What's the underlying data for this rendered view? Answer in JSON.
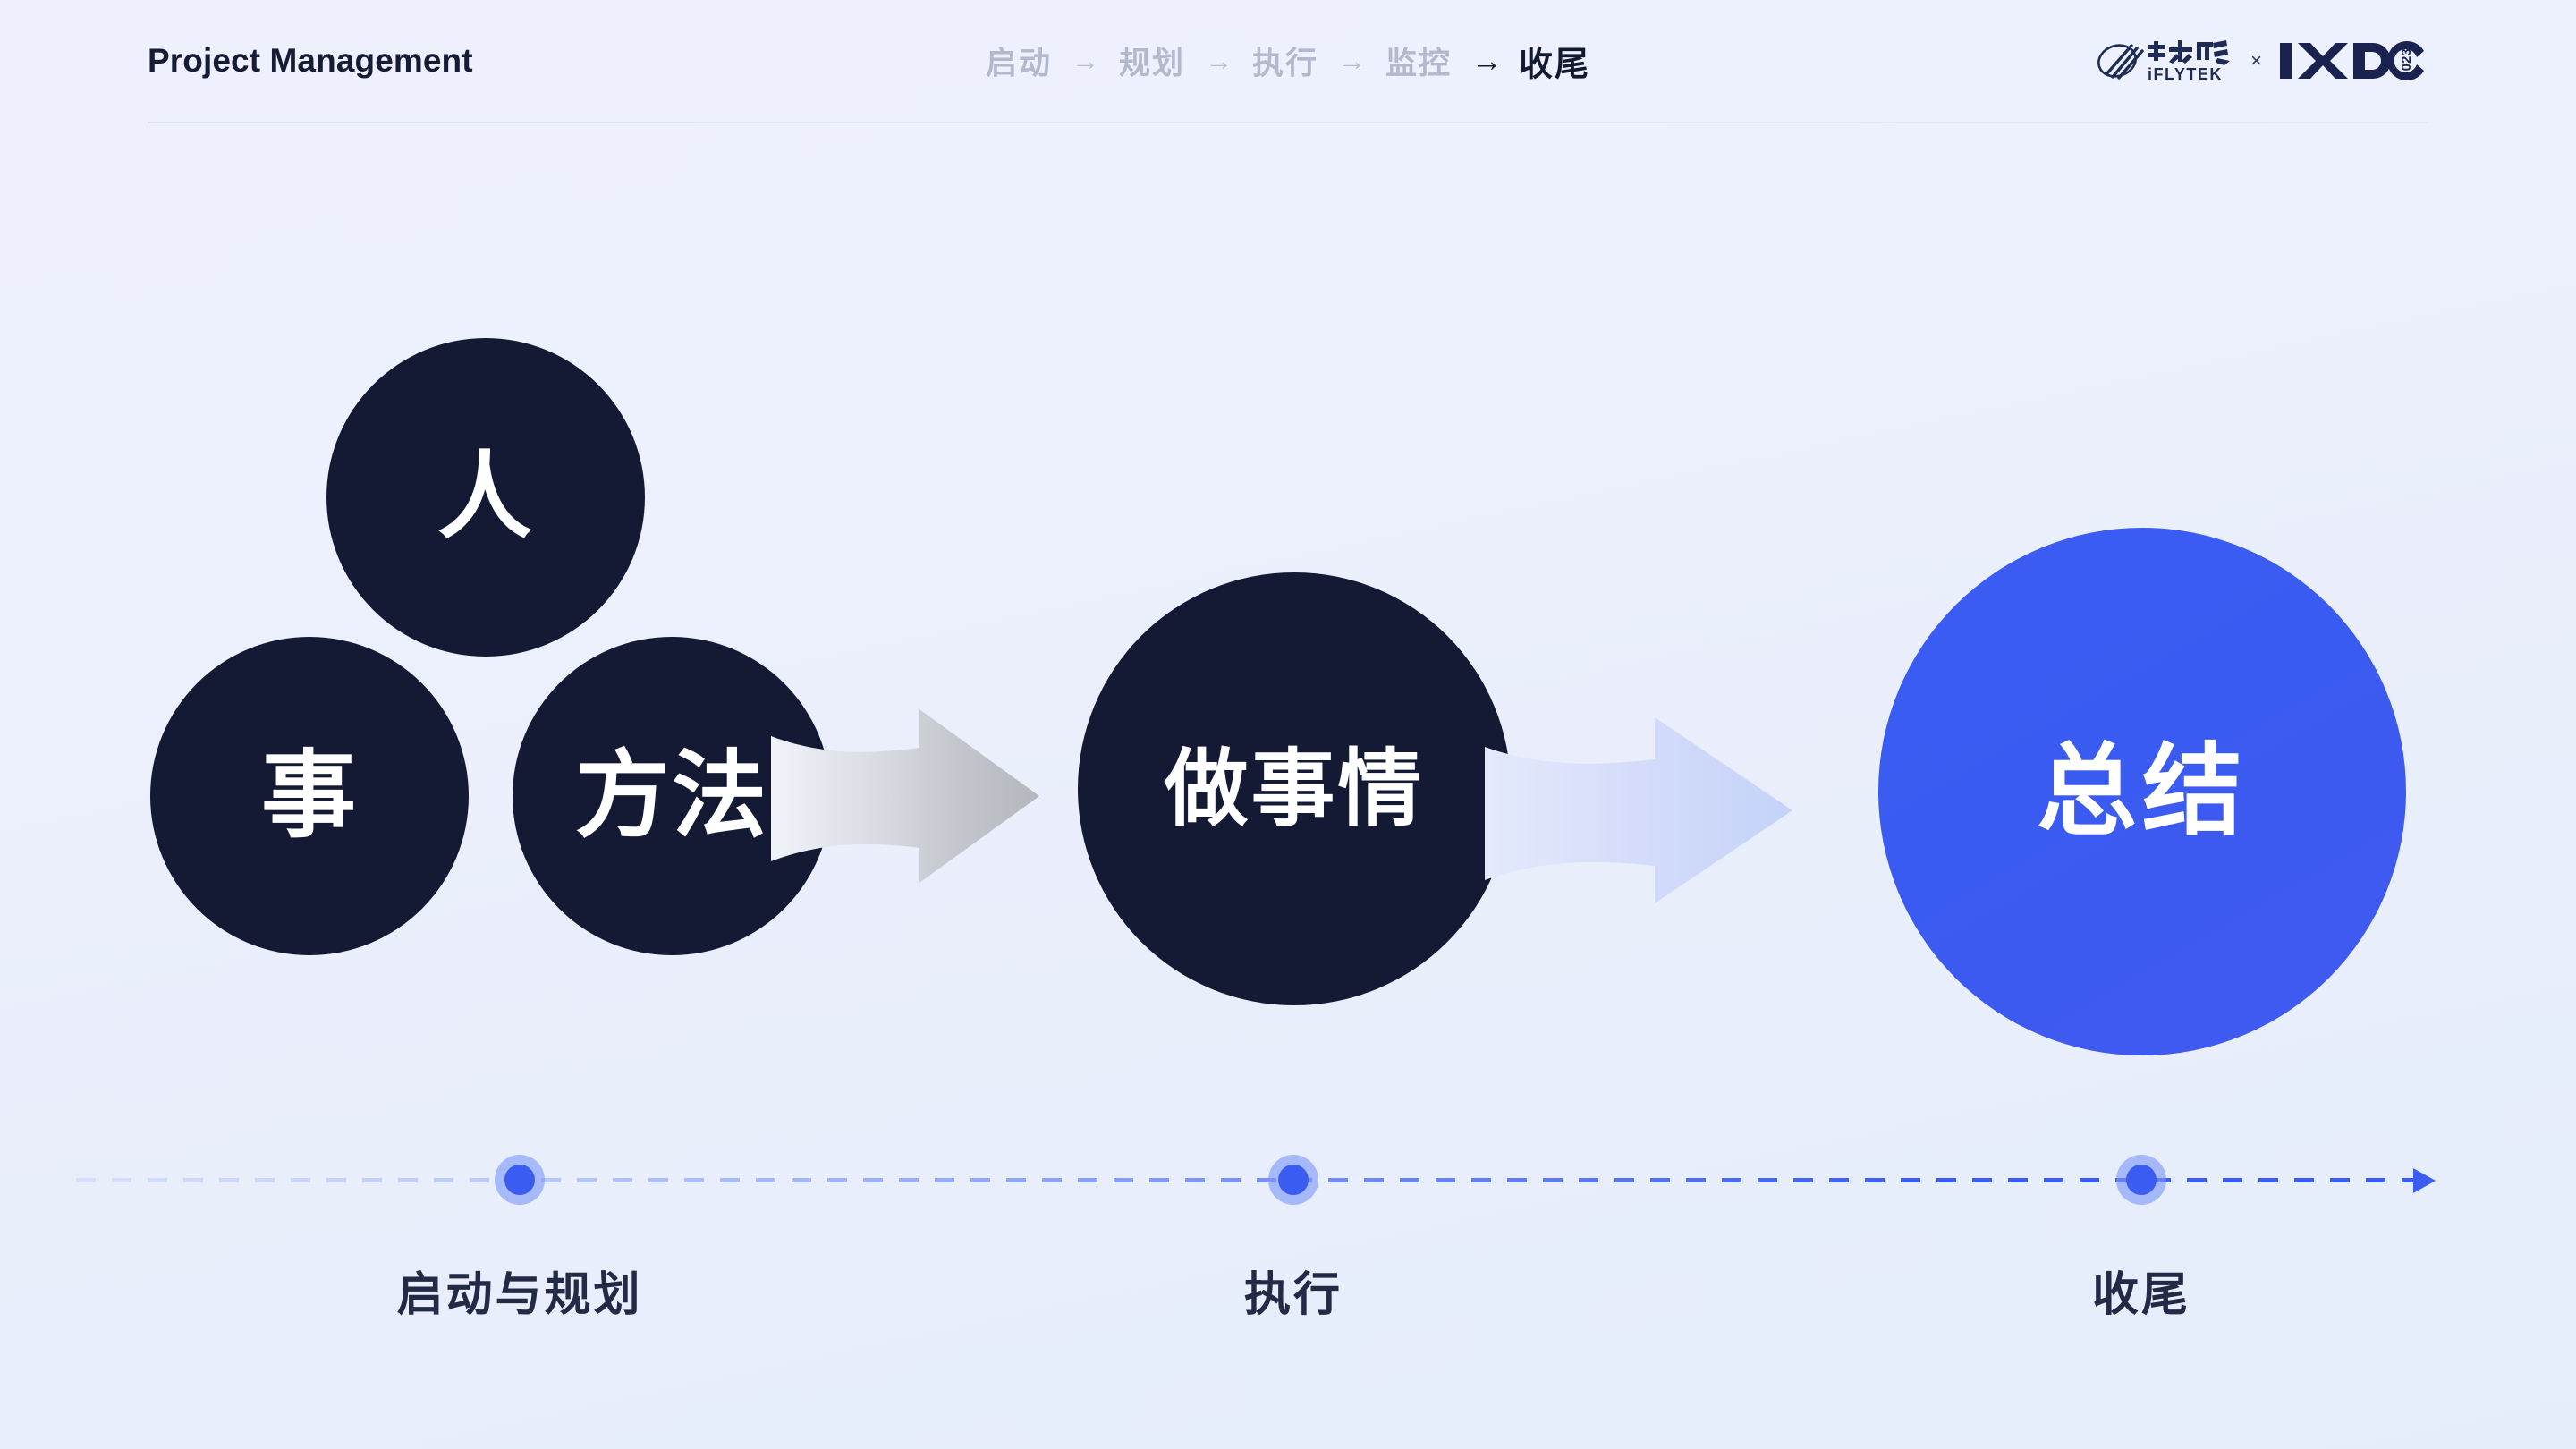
{
  "header": {
    "title": "Project Management",
    "breadcrumb": {
      "items": [
        {
          "label": "启动",
          "active": false
        },
        {
          "label": "规划",
          "active": false
        },
        {
          "label": "执行",
          "active": false
        },
        {
          "label": "监控",
          "active": false
        },
        {
          "label": "收尾",
          "active": true
        }
      ],
      "separator": "→",
      "separator_active": "→"
    },
    "logo": {
      "ifly_cn": "科大讯飞",
      "ifly_en": "iFLYTEK",
      "x": "×",
      "ixdc": "IxDC",
      "year": "2023"
    }
  },
  "diagram": {
    "group_left": {
      "circles": [
        {
          "id": "ren",
          "label": "人",
          "color": "#141a33"
        },
        {
          "id": "shi",
          "label": "事",
          "color": "#141a33"
        },
        {
          "id": "fangfa",
          "label": "方法",
          "color": "#141a33"
        }
      ]
    },
    "middle": {
      "id": "do",
      "label": "做事情",
      "color": "#141a33"
    },
    "right": {
      "id": "sum",
      "label": "总结",
      "color": "#3a5cf0"
    },
    "arrows": [
      {
        "id": "arrow-1",
        "from": "group_left",
        "to": "middle",
        "style": "gray-gradient"
      },
      {
        "id": "arrow-2",
        "from": "middle",
        "to": "right",
        "style": "blue-gradient"
      }
    ]
  },
  "timeline": {
    "nodes": [
      {
        "label": "启动与规划"
      },
      {
        "label": "执行"
      },
      {
        "label": "收尾"
      }
    ],
    "line_style": "dashed",
    "accent": "#3a5cf0"
  },
  "colors": {
    "dark": "#141a33",
    "accent": "#3a5cf0",
    "accent_light": "#7d98f8",
    "bg_top": "#eef0fe",
    "bg_bottom": "#e5edfb",
    "muted_text": "#b4b8cc",
    "label_text": "#222a46"
  }
}
